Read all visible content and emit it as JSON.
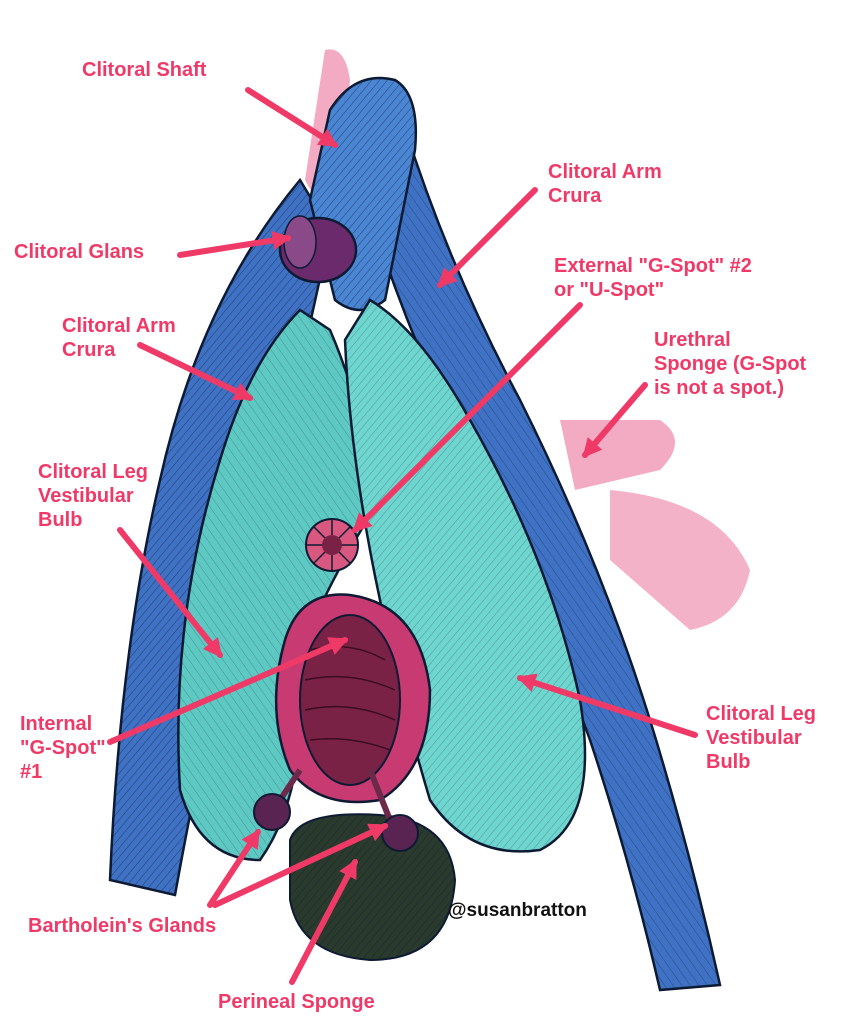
{
  "colors": {
    "label": "#ef3a68",
    "arrow": "#ef3a68",
    "crura_blue": "#3f72c4",
    "bulb_teal": "#5ec9c3",
    "glans_purple": "#6b2a6b",
    "canal_pink": "#c83a72",
    "sponge_dark": "#2a3a2c",
    "wash_pink": "#e8668f"
  },
  "labels": {
    "clitoral_shaft": [
      "Clitoral Shaft"
    ],
    "clitoral_glans": [
      "Clitoral Glans"
    ],
    "arm_left": [
      "Clitoral Arm",
      "Crura"
    ],
    "arm_right": [
      "Clitoral Arm",
      "Crura"
    ],
    "external_gspot": [
      "External \"G-Spot\" #2",
      "or \"U-Spot\""
    ],
    "urethral_sponge": [
      "Urethral",
      "Sponge (G-Spot",
      "is not a spot.)"
    ],
    "leg_left": [
      "Clitoral Leg",
      "Vestibular",
      "Bulb"
    ],
    "leg_right": [
      "Clitoral Leg",
      "Vestibular",
      "Bulb"
    ],
    "internal_gspot": [
      "Internal",
      "\"G-Spot\"",
      "#1"
    ],
    "bartholin": [
      "Bartholein's Glands"
    ],
    "perineal": [
      "Perineal Sponge"
    ]
  },
  "credit": "@susanbratton"
}
